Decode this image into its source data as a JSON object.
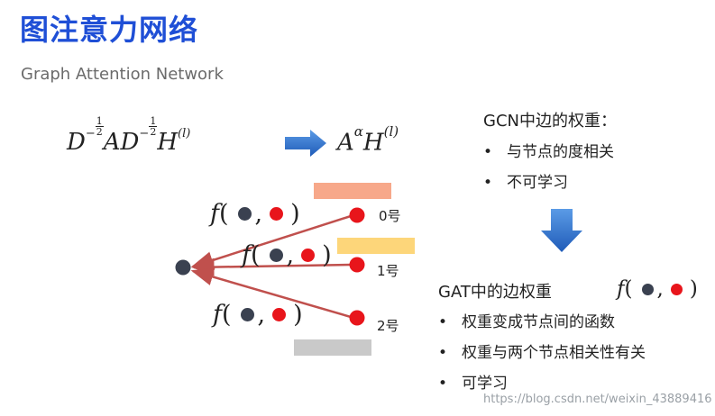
{
  "title": "图注意力网络",
  "subtitle": "Graph Attention Network",
  "formula_left": {
    "D": "D",
    "minus": "−",
    "half_num": "1",
    "half_den": "2",
    "A": "A",
    "D2": "D",
    "H": "H",
    "layer": "(l)"
  },
  "formula_right": {
    "A": "A",
    "alpha": "α",
    "H": "H",
    "layer": "(l)"
  },
  "gcn": {
    "title": "GCN中边的权重：",
    "bullets": [
      "与节点的度相关",
      "不可学习"
    ]
  },
  "gat": {
    "title": "GAT中的边权重",
    "bullets": [
      "权重变成节点间的函数",
      "权重与两个节点相关性有关",
      "可学习"
    ]
  },
  "bullet_char": "•",
  "fexpr": {
    "fn": "f",
    "open": "(",
    "comma": ",",
    "close": ")"
  },
  "node_labels": [
    "0号",
    "1号",
    "2号"
  ],
  "watermark": "https://blog.csdn.net/weixin_43889416",
  "colors": {
    "title": "#1f4fd6",
    "center_node": "#3a4150",
    "neighbor_node": "#e8151b",
    "edge": "#c0504d",
    "arrow": "#2f6fce",
    "weight_bar_0": "#f7a88a",
    "weight_bar_1": "#fdd67a",
    "weight_bar_2": "#c9c9c9"
  }
}
